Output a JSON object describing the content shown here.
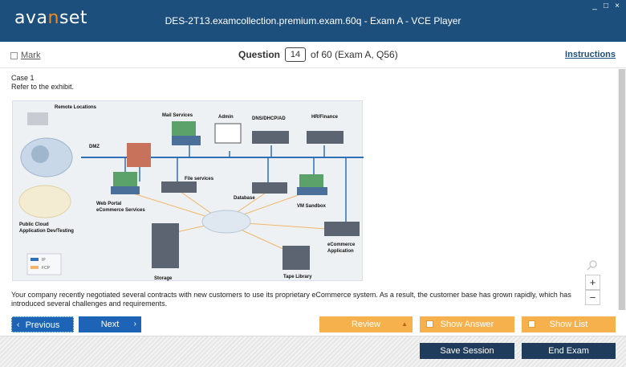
{
  "app": {
    "logo_main": "ava",
    "logo_accent": "n",
    "logo_rest": "set",
    "window_title": "DES-2T13.examcollection.premium.exam.60q - Exam A - VCE Player",
    "controls": [
      "_",
      "□",
      "×"
    ]
  },
  "question_bar": {
    "mark_label": "Mark",
    "question_label": "Question",
    "question_number": "14",
    "question_of": "of 60 (Exam A, Q56)",
    "instructions_label": "Instructions"
  },
  "content": {
    "case_title": "Case 1",
    "case_intro": "Refer to the exhibit.",
    "question_text": "Your company recently negotiated several contracts with new customers to use its proprietary eCommerce system. As a result, the customer base has grown rapidly, which has introduced several challenges and requirements."
  },
  "exhibit": {
    "labels": {
      "remote": "Remote Locations",
      "mail": "Mail Services",
      "admin": "Admin",
      "dns": "DNS/DHCP/AD",
      "hr": "HR/Finance",
      "dmz": "DMZ",
      "file": "File services",
      "web1": "Web Portal",
      "web2": "eCommerce Services",
      "database": "Database",
      "vm": "VM Sandbox",
      "cloud1": "Public Cloud",
      "cloud2": "Application Dev/Testing",
      "storage": "Storage",
      "tape": "Tape Library",
      "ecom1": "eCommerce",
      "ecom2": "Application",
      "legend1": "IP",
      "legend2": "FCP"
    }
  },
  "zoom": {
    "in": "+",
    "out": "−"
  },
  "nav": {
    "previous": "Previous",
    "next": "Next",
    "review": "Review",
    "show_answer": "Show Answer",
    "show_list": "Show List",
    "chev_left": "‹",
    "chev_right": "›",
    "tri_up": "▲"
  },
  "footer": {
    "save_session": "Save Session",
    "end_exam": "End Exam"
  },
  "colors": {
    "title_bar": "#1d4f7c",
    "accent": "#f08a24",
    "primary_button": "#1d64b6",
    "secondary_button": "#f7b14c",
    "footer_button": "#1f3c5c"
  }
}
